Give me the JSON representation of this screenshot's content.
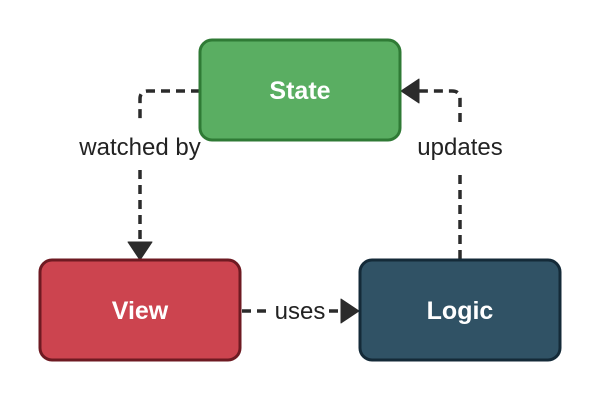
{
  "diagram": {
    "nodes": {
      "state": {
        "label": "State",
        "fill": "#5aae62",
        "stroke": "#2f7a35"
      },
      "view": {
        "label": "View",
        "fill": "#cc444f",
        "stroke": "#6e1a22"
      },
      "logic": {
        "label": "Logic",
        "fill": "#305265",
        "stroke": "#142a38"
      }
    },
    "edges": {
      "state_to_view": {
        "label": "watched by"
      },
      "view_to_logic": {
        "label": "uses"
      },
      "logic_to_state": {
        "label": "updates"
      }
    },
    "edge_color": "#2b2b2b",
    "label_color": "#222222"
  }
}
